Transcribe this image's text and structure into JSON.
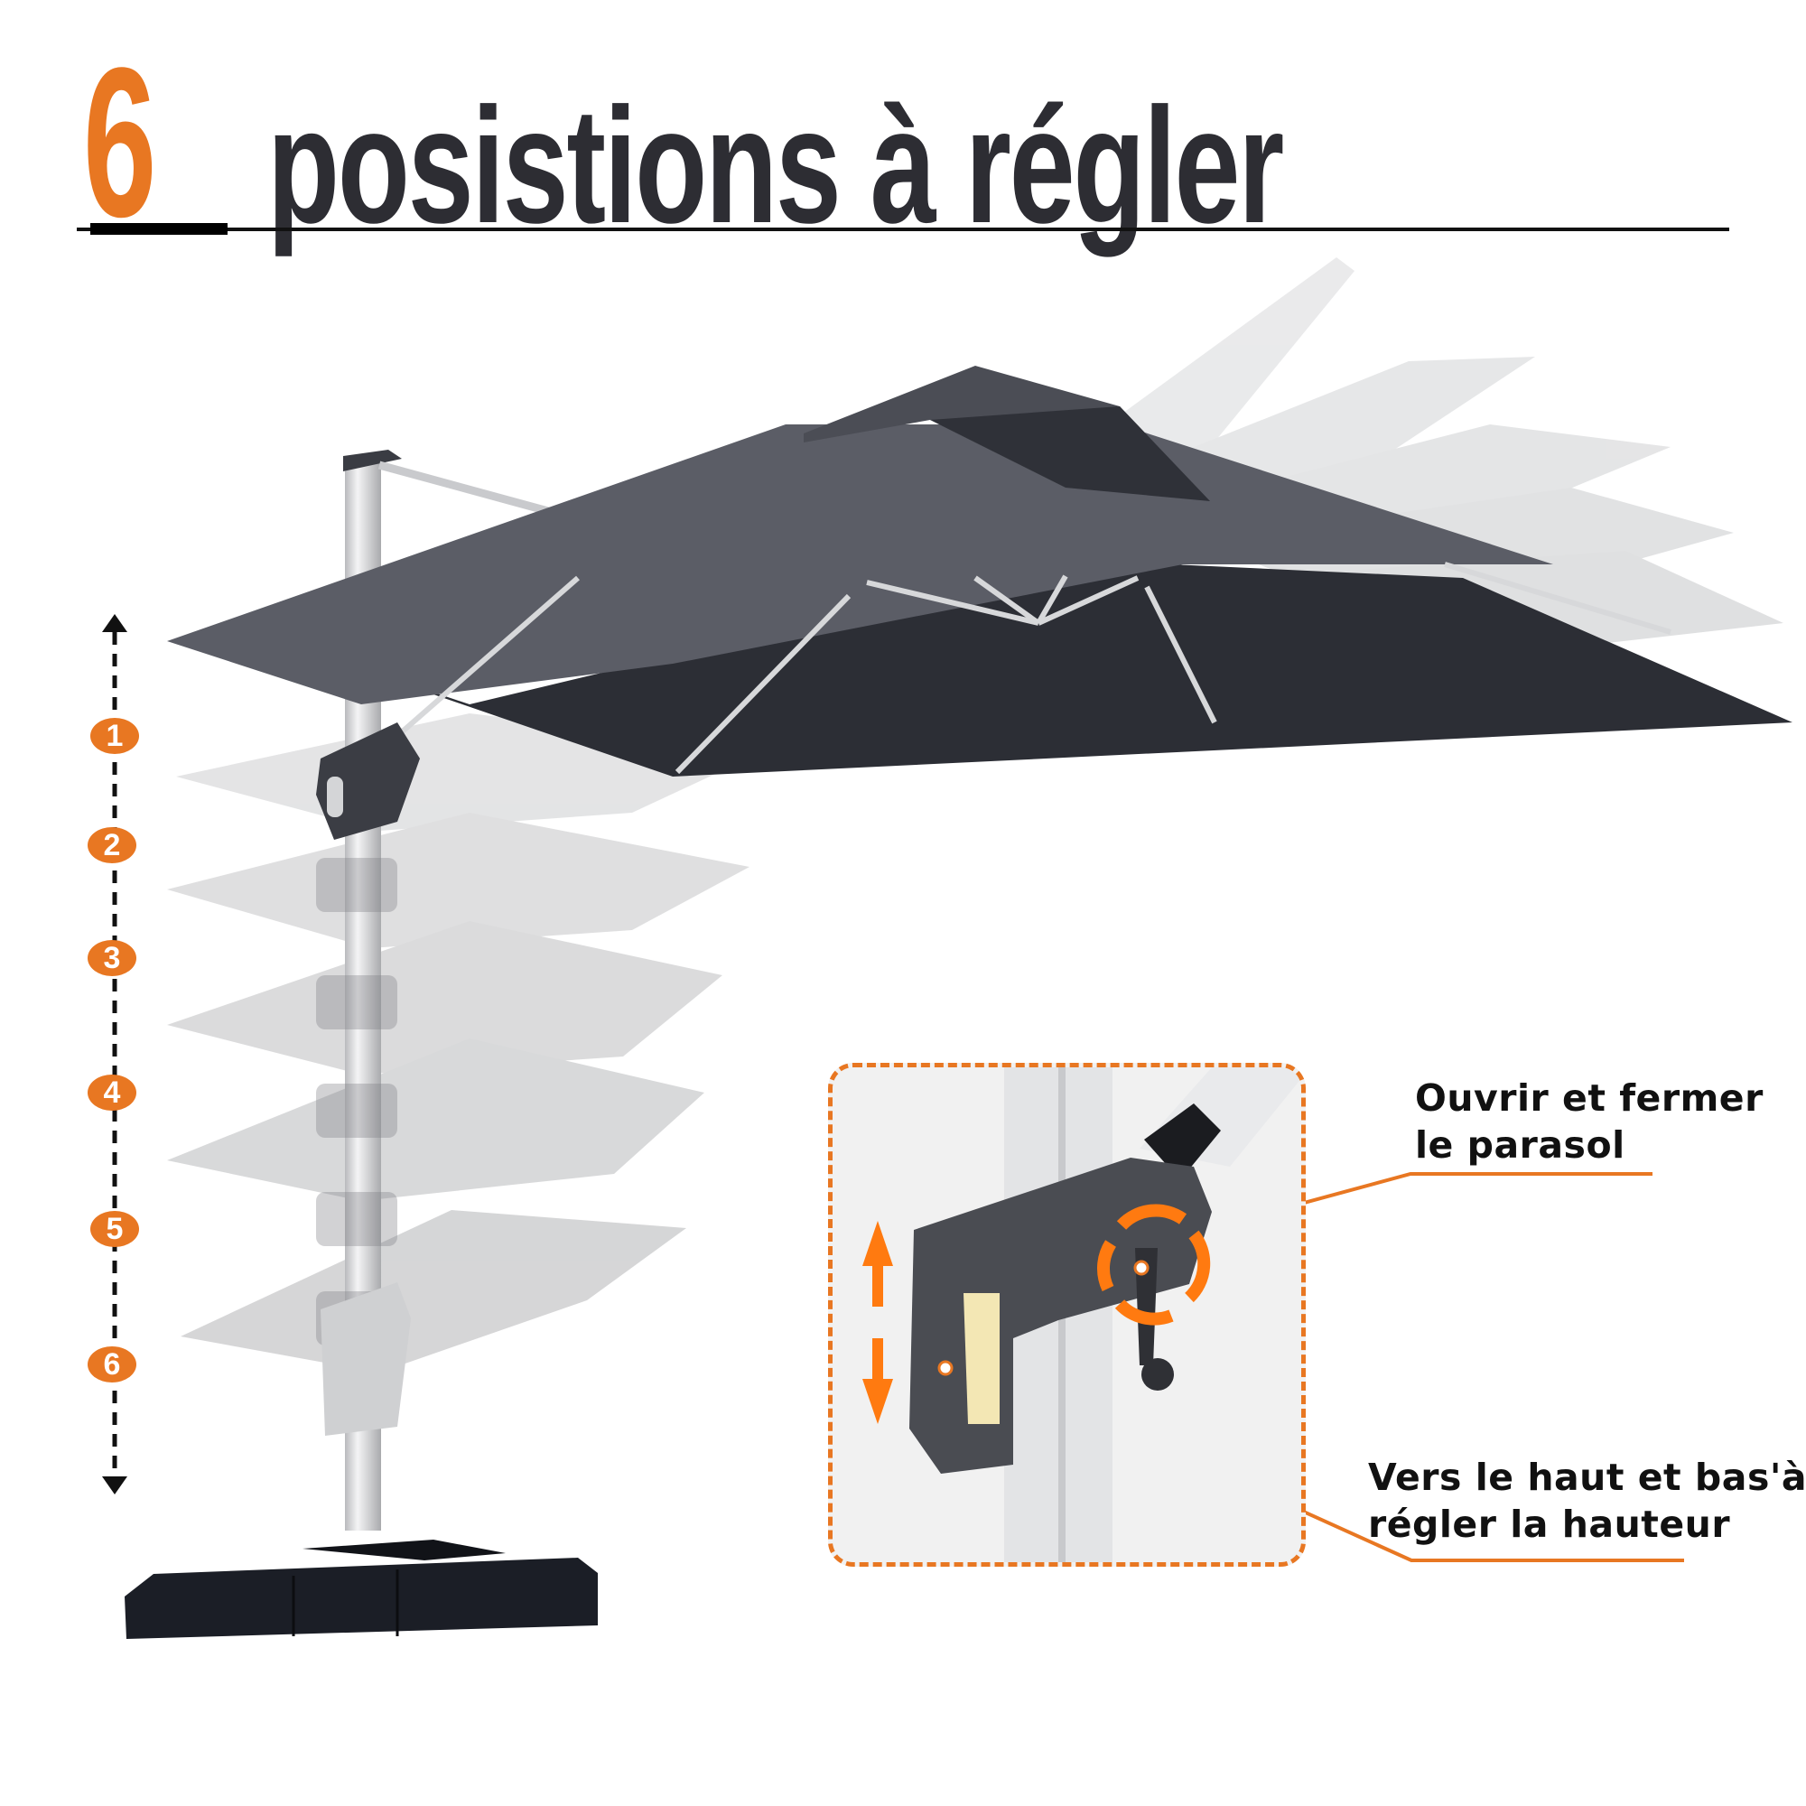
{
  "title": {
    "number": "6",
    "text": "posistions à régler"
  },
  "positions": {
    "markers": [
      "1",
      "2",
      "3",
      "4",
      "5",
      "6"
    ]
  },
  "callouts": {
    "open_close": {
      "line1": "Ouvrir et fermer",
      "line2": "le parasol"
    },
    "height_adjust": {
      "line1": "Vers le haut et bas'à",
      "line2": "régler la hauteur"
    }
  },
  "colors": {
    "accent": "#e87722",
    "title_text": "#2d2d33",
    "canopy_top": "#5b5d66",
    "canopy_under": "#2c2e35",
    "pole": "#d9dadc",
    "base": "#1b1e26"
  },
  "icons": {
    "vertical_range": "double-arrow-vertical-dashed",
    "rotate": "circular-arrows-icon",
    "up_down": "up-down-arrows-icon"
  }
}
